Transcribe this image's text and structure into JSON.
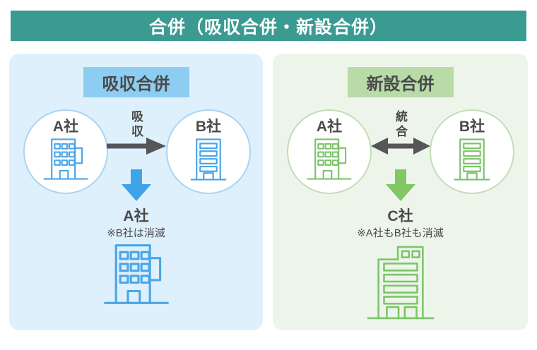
{
  "header": {
    "title": "合併（吸収合併・新設合併）"
  },
  "panels": {
    "absorption": {
      "label": "吸収合併",
      "company_a": "A社",
      "company_b": "B社",
      "process_label": "吸収",
      "result_company": "A社",
      "result_note": "※B社は消滅"
    },
    "consolidation": {
      "label": "新設合併",
      "company_a": "A社",
      "company_b": "B社",
      "process_label": "統合",
      "result_company": "C社",
      "result_note": "※A社もB社も消滅"
    }
  },
  "icons": {
    "absorption_process": "right-arrow-icon",
    "consolidation_process": "double-arrow-icon",
    "result": "block-down-arrow-icon",
    "buildings": [
      "office-building-grid-icon",
      "office-building-floors-icon",
      "office-building-tower-icon"
    ]
  },
  "colors": {
    "header_bg": "#3b9a91",
    "header_text": "#ffffff",
    "absorption_panel_bg": "#def0fc",
    "absorption_label_bg": "#8ecdf2",
    "absorption_circle_border": "#a9d5f1",
    "absorption_icon_stroke": "#49a6e9",
    "absorption_down_arrow": "#3fa3e8",
    "consolidation_panel_bg": "#edf5ea",
    "consolidation_label_bg": "#b8dba8",
    "consolidation_circle_border": "#c3ddb5",
    "consolidation_icon_stroke": "#7cc46a",
    "consolidation_down_arrow": "#82c766",
    "dark_arrow": "#55555a",
    "text_dark": "#4a4a4b"
  }
}
